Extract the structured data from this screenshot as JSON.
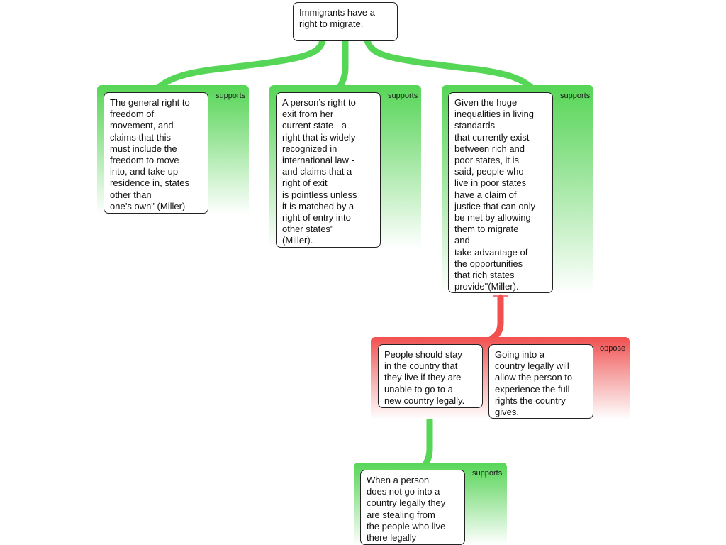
{
  "colors": {
    "supports": "#56d656",
    "oppose": "#f24f4f",
    "node_border": "#222222"
  },
  "nodes": {
    "root": "Immigrants have a\nright to migrate.",
    "freedom_of_movement": "The general right to\nfreedom of\nmovement, and\nclaims that this\nmust include the\nfreedom to move\ninto, and take up\nresidence in, states\nother than\none’s own\" (Miller)",
    "right_to_exit": "A person’s right to\nexit from her\ncurrent state - a\nright that is widely\nrecognized in\ninternational law -\nand claims that a\nright of exit\nis pointless unless\nit is matched by a\nright of entry into\nother states\"\n(Miller).",
    "inequalities": "Given the huge\ninequalities in living\nstandards\nthat currently exist\nbetween rich and\npoor states, it is\nsaid, people who\nlive in poor states\nhave a claim of\njustice that can only\nbe met by allowing\nthem to migrate\nand\ntake advantage of\nthe opportunities\nthat rich states\nprovide\"(Miller).",
    "stay_in_country": "People should stay\nin the country that\nthey live if they are\nunable to go to a\nnew country legally.",
    "legal_entry": "Going into a\ncountry legally will\nallow the person to\nexperience the full\nrights the country\ngives.",
    "stealing": "When a person\ndoes not go into a\ncountry legally they\nare stealing from\nthe people who live\nthere legally"
  },
  "group_labels": {
    "supports_1": "supports",
    "supports_2": "supports",
    "supports_3": "supports",
    "oppose_1": "oppose",
    "supports_4": "supports"
  }
}
